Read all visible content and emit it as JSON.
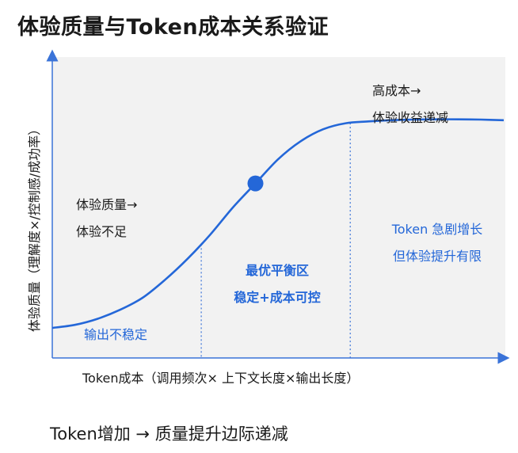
{
  "title": "体验质量与Token成本关系验证",
  "y_axis_label": "体验质量（理解度×/控制感/成功率）",
  "x_axis_label": "Token成本（调用频次× 上下文长度×输出长度）",
  "footer": "Token增加 → 质量提升边际递减",
  "annotations": {
    "low_quality_line1": "体验质量→",
    "low_quality_line2": "体验不足",
    "unstable_output": "输出不稳定",
    "optimal_line1": "最优平衡区",
    "optimal_line2": "稳定+成本可控",
    "high_cost_line1": "高成本→",
    "high_cost_line2": "体验收益递减",
    "token_surge_line1": "Token 急剧增长",
    "token_surge_line2": "但体验提升有限"
  },
  "colors": {
    "curve": "#2467d8",
    "axis": "#3a73d8",
    "plot_bg": "#f2f2f2",
    "accent_text": "#2467d8"
  },
  "chart_data": {
    "type": "line",
    "curve_shape": "sigmoid",
    "x": [
      0,
      5,
      10,
      15,
      20,
      25,
      30,
      35,
      40,
      45,
      50,
      55,
      60,
      65,
      70,
      75,
      80,
      85,
      90,
      95,
      100
    ],
    "y": [
      10,
      11,
      13,
      16,
      20,
      26,
      33,
      41,
      50,
      58,
      66,
      72,
      76,
      78,
      78.6,
      79,
      79.2,
      79.3,
      79.3,
      79.2,
      79
    ],
    "highlight_point": {
      "x": 45,
      "y": 58
    },
    "region_dividers_x": [
      33,
      66
    ],
    "xlim": [
      0,
      100
    ],
    "ylim": [
      0,
      100
    ],
    "grid": false
  }
}
